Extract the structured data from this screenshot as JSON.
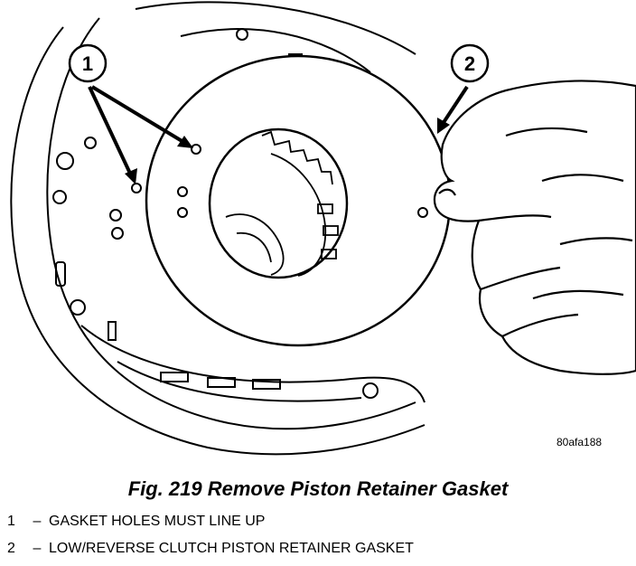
{
  "figure": {
    "code": "80afa188",
    "callouts": [
      "1",
      "2"
    ]
  },
  "caption": "Fig. 219 Remove Piston Retainer Gasket",
  "legend": [
    {
      "num": "1",
      "dash": "–",
      "text": "GASKET HOLES MUST LINE UP"
    },
    {
      "num": "2",
      "dash": "–",
      "text": "LOW/REVERSE CLUTCH PISTON RETAINER GASKET"
    }
  ],
  "colors": {
    "ink": "#000000",
    "paper": "#ffffff"
  }
}
